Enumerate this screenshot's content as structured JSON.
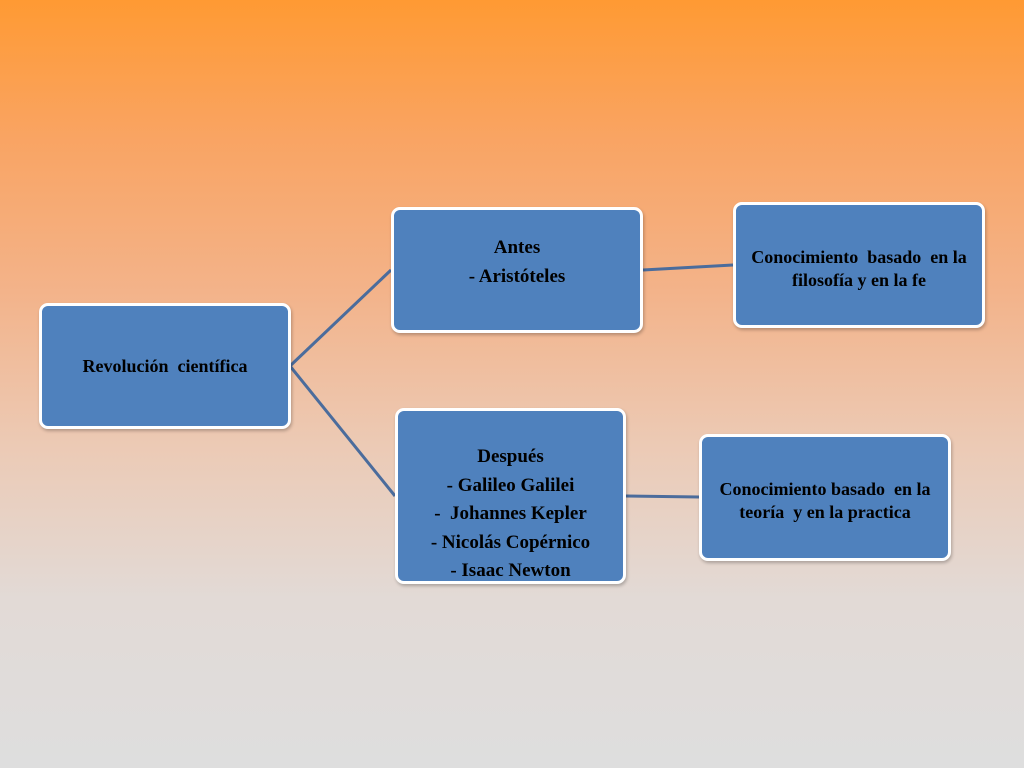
{
  "diagram": {
    "root": {
      "label": "Revolución  científica"
    },
    "antes": {
      "title": "Antes",
      "items": [
        "- Aristóteles"
      ],
      "description": "Conocimiento  basado  en la filosofía y en la fe"
    },
    "despues": {
      "title": "Después",
      "items": [
        "- Galileo Galilei",
        "-  Johannes Kepler",
        "- Nicolás Copérnico",
        "- Isaac Newton"
      ],
      "description": "Conocimiento basado  en la teoría  y en la practica"
    }
  },
  "colors": {
    "box_fill": "#4f81bd",
    "box_border": "#ffffff",
    "connector": "#4b6c9c",
    "background_top": "#ff9a33",
    "background_bottom": "#dedede"
  }
}
